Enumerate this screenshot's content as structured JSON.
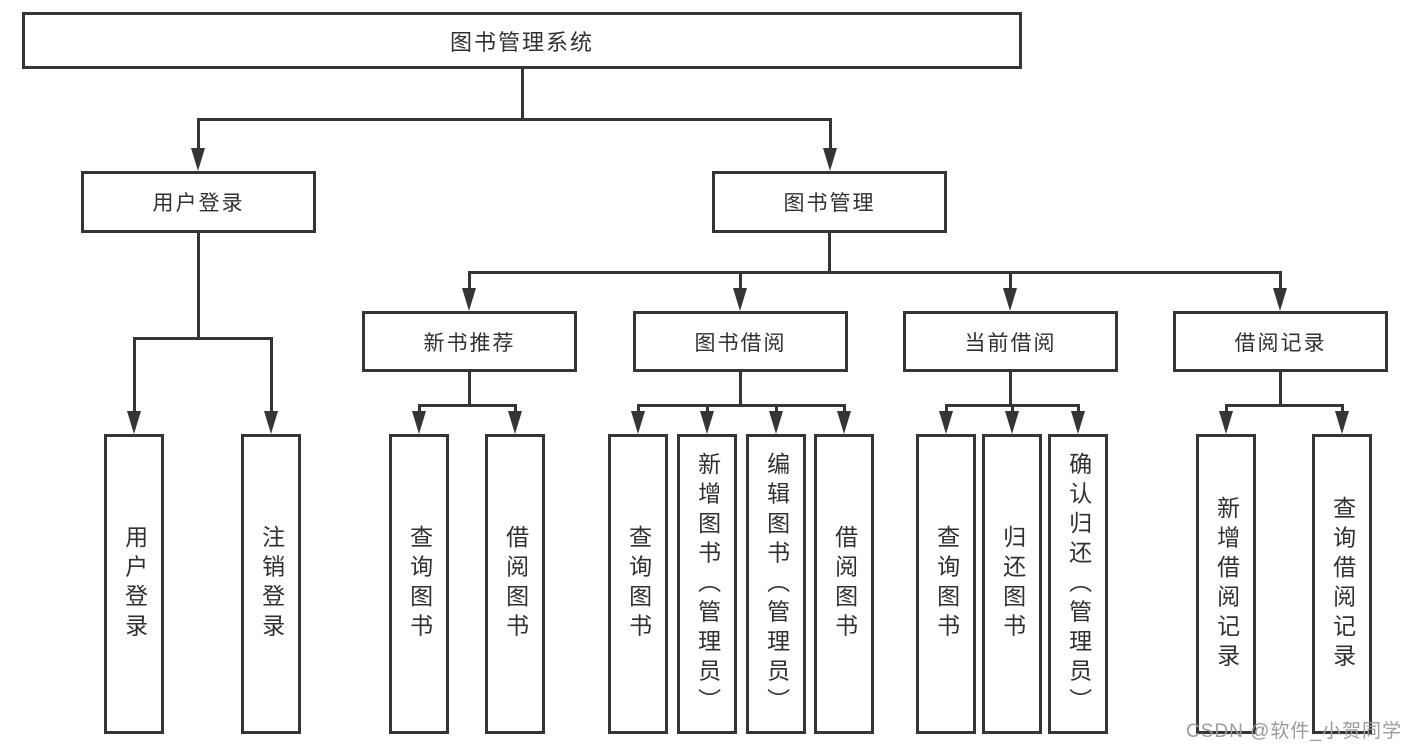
{
  "diagram_title": "图书管理系统",
  "tree": {
    "label": "图书管理系统",
    "children": [
      {
        "label": "用户登录",
        "children": [
          {
            "label": "用户登录"
          },
          {
            "label": "注销登录"
          }
        ]
      },
      {
        "label": "图书管理",
        "children": [
          {
            "label": "新书推荐",
            "children": [
              {
                "label": "查询图书"
              },
              {
                "label": "借阅图书"
              }
            ]
          },
          {
            "label": "图书借阅",
            "children": [
              {
                "label": "查询图书"
              },
              {
                "label": "新增图书（管理员）"
              },
              {
                "label": "编辑图书（管理员）"
              },
              {
                "label": "借阅图书"
              }
            ]
          },
          {
            "label": "当前借阅",
            "children": [
              {
                "label": "查询图书"
              },
              {
                "label": "归还图书"
              },
              {
                "label": "确认归还（管理员）"
              }
            ]
          },
          {
            "label": "借阅记录",
            "children": [
              {
                "label": "新增借阅记录"
              },
              {
                "label": "查询借阅记录"
              }
            ]
          }
        ]
      }
    ]
  },
  "watermark": {
    "text": "CSDN @软件_小贺同学"
  },
  "colors": {
    "line": "#333538",
    "text": "#2f3033",
    "background": "#ffffff",
    "watermark": "#9b9b9b"
  }
}
